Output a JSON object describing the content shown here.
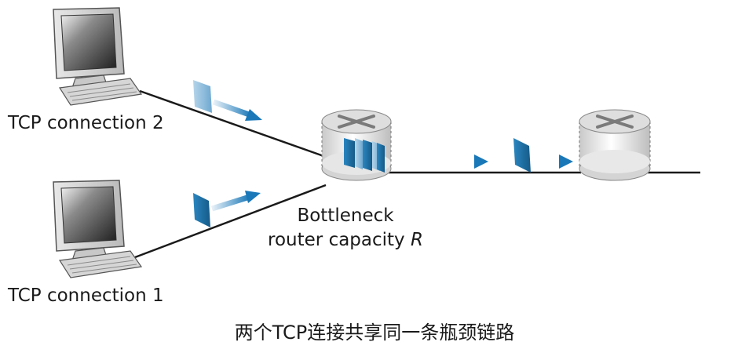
{
  "labels": {
    "connection_2": "TCP connection 2",
    "connection_1": "TCP connection 1",
    "bottleneck_line1": "Bottleneck",
    "bottleneck_line2_prefix": "router capacity ",
    "bottleneck_variable": "R",
    "caption": "两个TCP连接共享同一条瓶颈链路"
  },
  "colors": {
    "line": "#1a1a1a",
    "packet_dark": "#1c6fa3",
    "packet_light": "#8fbedb",
    "arrow": "#1a78b8",
    "router_body": "#dcdcdc",
    "router_top": "#d0d0d0"
  },
  "icons": [
    "desktop-computer-icon",
    "router-icon",
    "packet-icon",
    "arrow-icon"
  ]
}
